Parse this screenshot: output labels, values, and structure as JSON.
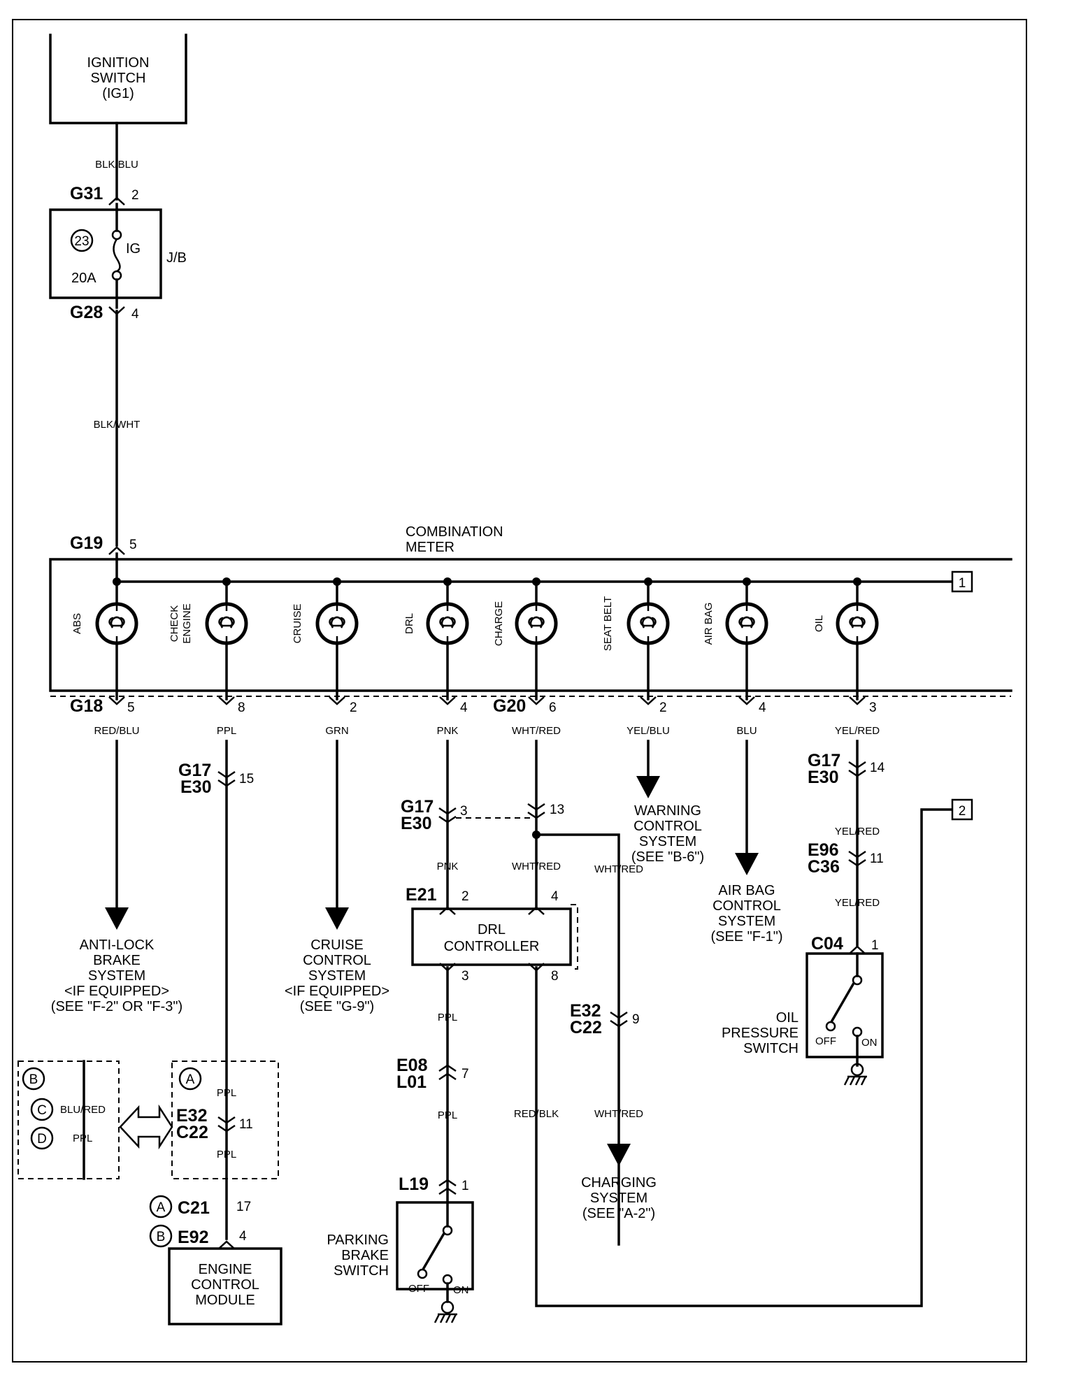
{
  "ignition_switch": {
    "line1": "IGNITION",
    "line2": "SWITCH",
    "line3": "(IG1)"
  },
  "wires": {
    "blk_blu": "BLK/BLU",
    "blk_wht": "BLK/WHT",
    "red_blu": "RED/BLU",
    "ppl": "PPL",
    "grn": "GRN",
    "pnk": "PNK",
    "wht_red": "WHT/RED",
    "yel_blu": "YEL/BLU",
    "blu": "BLU",
    "yel_red": "YEL/RED",
    "red_blk": "RED/BLK",
    "blu_red": "BLU/RED"
  },
  "connectors": {
    "g31": "G31",
    "g31_pin": "2",
    "g28": "G28",
    "g28_pin": "4",
    "g19": "G19",
    "g19_pin": "5",
    "g18": "G18",
    "g18_pin": "5",
    "g20": "G20",
    "g20_pin": "6",
    "pin_8": "8",
    "pin_2": "2",
    "pin_4": "4",
    "pin_2b": "2",
    "pin_4b": "4",
    "pin_3": "3",
    "g17a": "G17",
    "e30a": "E30",
    "g17a_pin": "15",
    "g17b": "G17",
    "e30b": "E30",
    "g17b_pin": "3",
    "g17b_pin2": "13",
    "g17c": "G17",
    "e30c": "E30",
    "g17c_pin": "14",
    "e96": "E96",
    "c36": "C36",
    "e96_pin": "11",
    "c04": "C04",
    "c04_pin": "1",
    "e21": "E21",
    "e21_pin2": "2",
    "e21_pin4": "4",
    "e21_pin3": "3",
    "e21_pin8": "8",
    "e32a": "E32",
    "c22a": "C22",
    "e32a_pin": "9",
    "e08": "E08",
    "l01": "L01",
    "e08_pin": "7",
    "l19": "L19",
    "l19_pin": "1",
    "e32b": "E32",
    "c22b": "C22",
    "e32b_pin": "11",
    "c21": "C21",
    "c21_pin": "17",
    "e92": "E92",
    "e92_pin": "4"
  },
  "junction_block": {
    "fuse_no": "23",
    "fuse_name": "IG",
    "rating": "20A",
    "label": "J/B"
  },
  "combination_meter": {
    "line1": "COMBINATION",
    "line2": "METER"
  },
  "lamps": [
    "ABS",
    "CHECK",
    "ENGINE",
    "CRUISE",
    "DRL",
    "CHARGE",
    "SEAT BELT",
    "AIR BAG",
    "OIL"
  ],
  "references": {
    "ref1": "1",
    "ref2": "2"
  },
  "abs_system": {
    "l1": "ANTI-LOCK",
    "l2": "BRAKE",
    "l3": "SYSTEM",
    "l4": "<IF EQUIPPED>",
    "l5": "(SEE \"F-2\" OR \"F-3\")"
  },
  "cruise_system": {
    "l1": "CRUISE",
    "l2": "CONTROL",
    "l3": "SYSTEM",
    "l4": "<IF EQUIPPED>",
    "l5": "(SEE \"G-9\")"
  },
  "warning_system": {
    "l1": "WARNING",
    "l2": "CONTROL",
    "l3": "SYSTEM",
    "l4": "(SEE \"B-6\")"
  },
  "airbag_system": {
    "l1": "AIR BAG",
    "l2": "CONTROL",
    "l3": "SYSTEM",
    "l4": "(SEE \"F-1\")"
  },
  "charging_system": {
    "l1": "CHARGING",
    "l2": "SYSTEM",
    "l3": "(SEE \"A-2\")"
  },
  "drl_controller": {
    "l1": "DRL",
    "l2": "CONTROLLER"
  },
  "oil_switch": {
    "l1": "OIL",
    "l2": "PRESSURE",
    "l3": "SWITCH",
    "off": "OFF",
    "on": "ON"
  },
  "parking_switch": {
    "l1": "PARKING",
    "l2": "BRAKE",
    "l3": "SWITCH",
    "off": "OFF",
    "on": "ON"
  },
  "ecm": {
    "l1": "ENGINE",
    "l2": "CONTROL",
    "l3": "MODULE"
  },
  "variants": {
    "a": "A",
    "b": "B",
    "c": "C",
    "d": "D"
  }
}
